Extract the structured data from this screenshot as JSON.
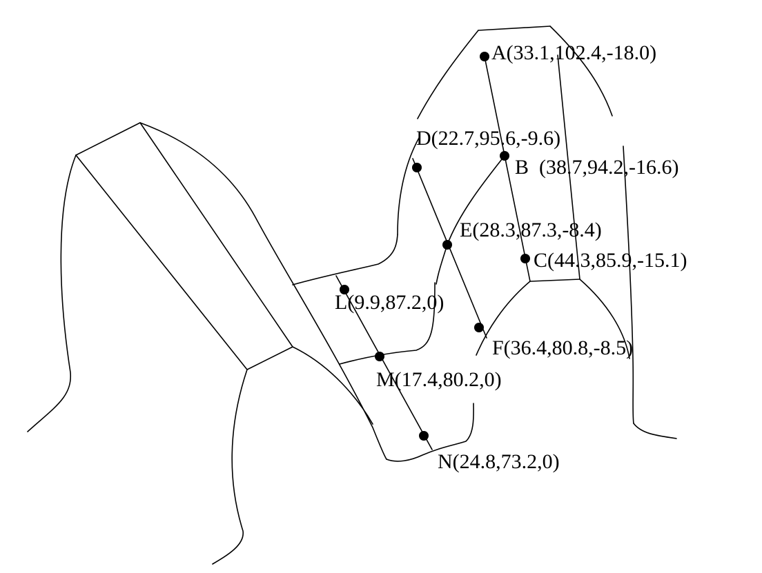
{
  "diagram": {
    "points": [
      {
        "id": "A",
        "label": "A(33.1,102.4,-18.0)"
      },
      {
        "id": "B",
        "label": "B  (38.7,94.2,-16.6)"
      },
      {
        "id": "C",
        "label": "C(44.3,85.9,-15.1)"
      },
      {
        "id": "D",
        "label": "D(22.7,95.6,-9.6)"
      },
      {
        "id": "E",
        "label": "E(28.3,87.3,-8.4)"
      },
      {
        "id": "F",
        "label": "F(36.4,80.8,-8.5)"
      },
      {
        "id": "L",
        "label": "L(9.9,87.2,0)"
      },
      {
        "id": "M",
        "label": "M(17.4,80.2,0)"
      },
      {
        "id": "N",
        "label": "N(24.8,73.2,0)"
      }
    ]
  },
  "colors": {
    "line": "#000000",
    "point": "#000000",
    "background": "#ffffff"
  }
}
